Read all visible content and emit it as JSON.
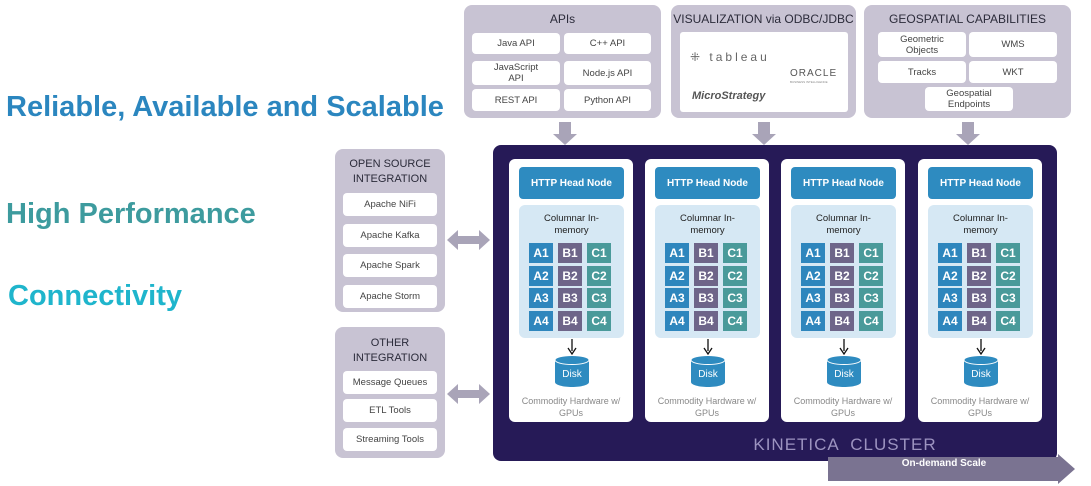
{
  "taglines": [
    {
      "text": "Reliable, Available and Scalable",
      "color": "#2b86bf"
    },
    {
      "text": "High Performance",
      "color": "#3d9b9e"
    },
    {
      "text": "Connectivity",
      "color": "#1fb5cc"
    }
  ],
  "apis": {
    "title": "APIs",
    "items": [
      "Java API",
      "C++ API",
      "JavaScript API",
      "Node.js API",
      "REST API",
      "Python API"
    ]
  },
  "visualization": {
    "title": "VISUALIZATION via ODBC/JDBC",
    "logos": [
      "tableau",
      "ORACLE",
      "BUSINESS INTELLIGENCE",
      "MicroStrategy"
    ]
  },
  "geospatial": {
    "title": "GEOSPATIAL CAPABILITIES",
    "items": [
      "Geometric Objects",
      "WMS",
      "Tracks",
      "WKT",
      "Geospatial Endpoints"
    ]
  },
  "open_source": {
    "title": "OPEN SOURCE INTEGRATION",
    "items": [
      "Apache NiFi",
      "Apache Kafka",
      "Apache Spark",
      "Apache Storm"
    ]
  },
  "other": {
    "title": "OTHER INTEGRATION",
    "items": [
      "Message Queues",
      "ETL Tools",
      "Streaming Tools"
    ]
  },
  "node": {
    "head": "HTTP Head Node",
    "columnar": "Columnar In-memory",
    "cells": [
      [
        "A1",
        "B1",
        "C1"
      ],
      [
        "A2",
        "B2",
        "C2"
      ],
      [
        "A3",
        "B3",
        "C3"
      ],
      [
        "A4",
        "B4",
        "C4"
      ]
    ],
    "disk": "Disk",
    "hardware": "Commodity Hardware w/ GPUs"
  },
  "cluster_label": "KINETICA  CLUSTER",
  "scale_label": "On-demand Scale",
  "colors": {
    "cluster": "#261a57",
    "head": "#2e8bc0",
    "colA": "#2e86bd",
    "colB": "#6e6589",
    "colC": "#4a9a9a",
    "panel": "#c8c3d3"
  }
}
